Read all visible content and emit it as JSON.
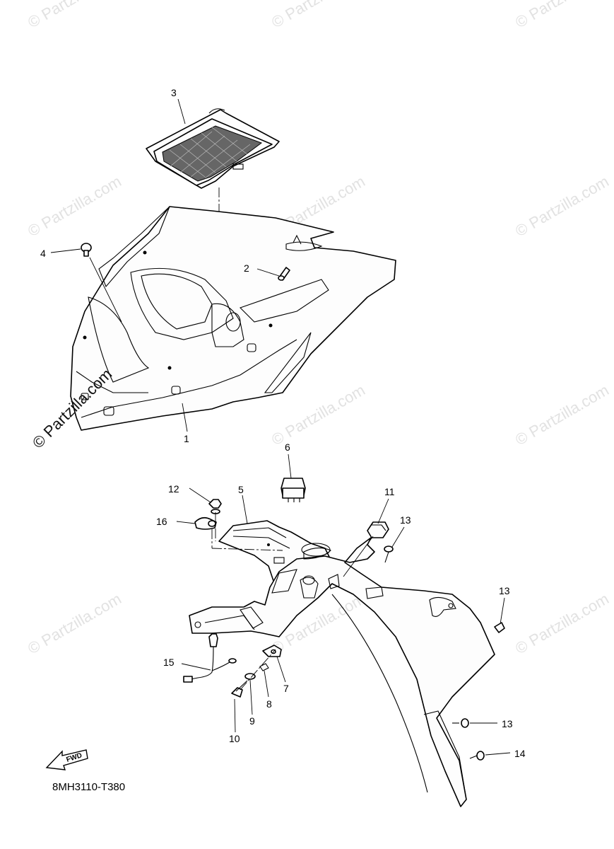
{
  "watermark_text": "© Partzilla.com",
  "side_copyright": "© Partzilla.com",
  "diagram_code": "8MH3110-T380",
  "fwd_label": "FWD",
  "callouts": {
    "c1": "1",
    "c2": "2",
    "c3": "3",
    "c4": "4",
    "c5": "5",
    "c6": "6",
    "c7": "7",
    "c8": "8",
    "c9": "9",
    "c10": "10",
    "c11": "11",
    "c12": "12",
    "c13a": "13",
    "c13b": "13",
    "c13c": "13",
    "c14": "14",
    "c15": "15",
    "c16": "16"
  }
}
